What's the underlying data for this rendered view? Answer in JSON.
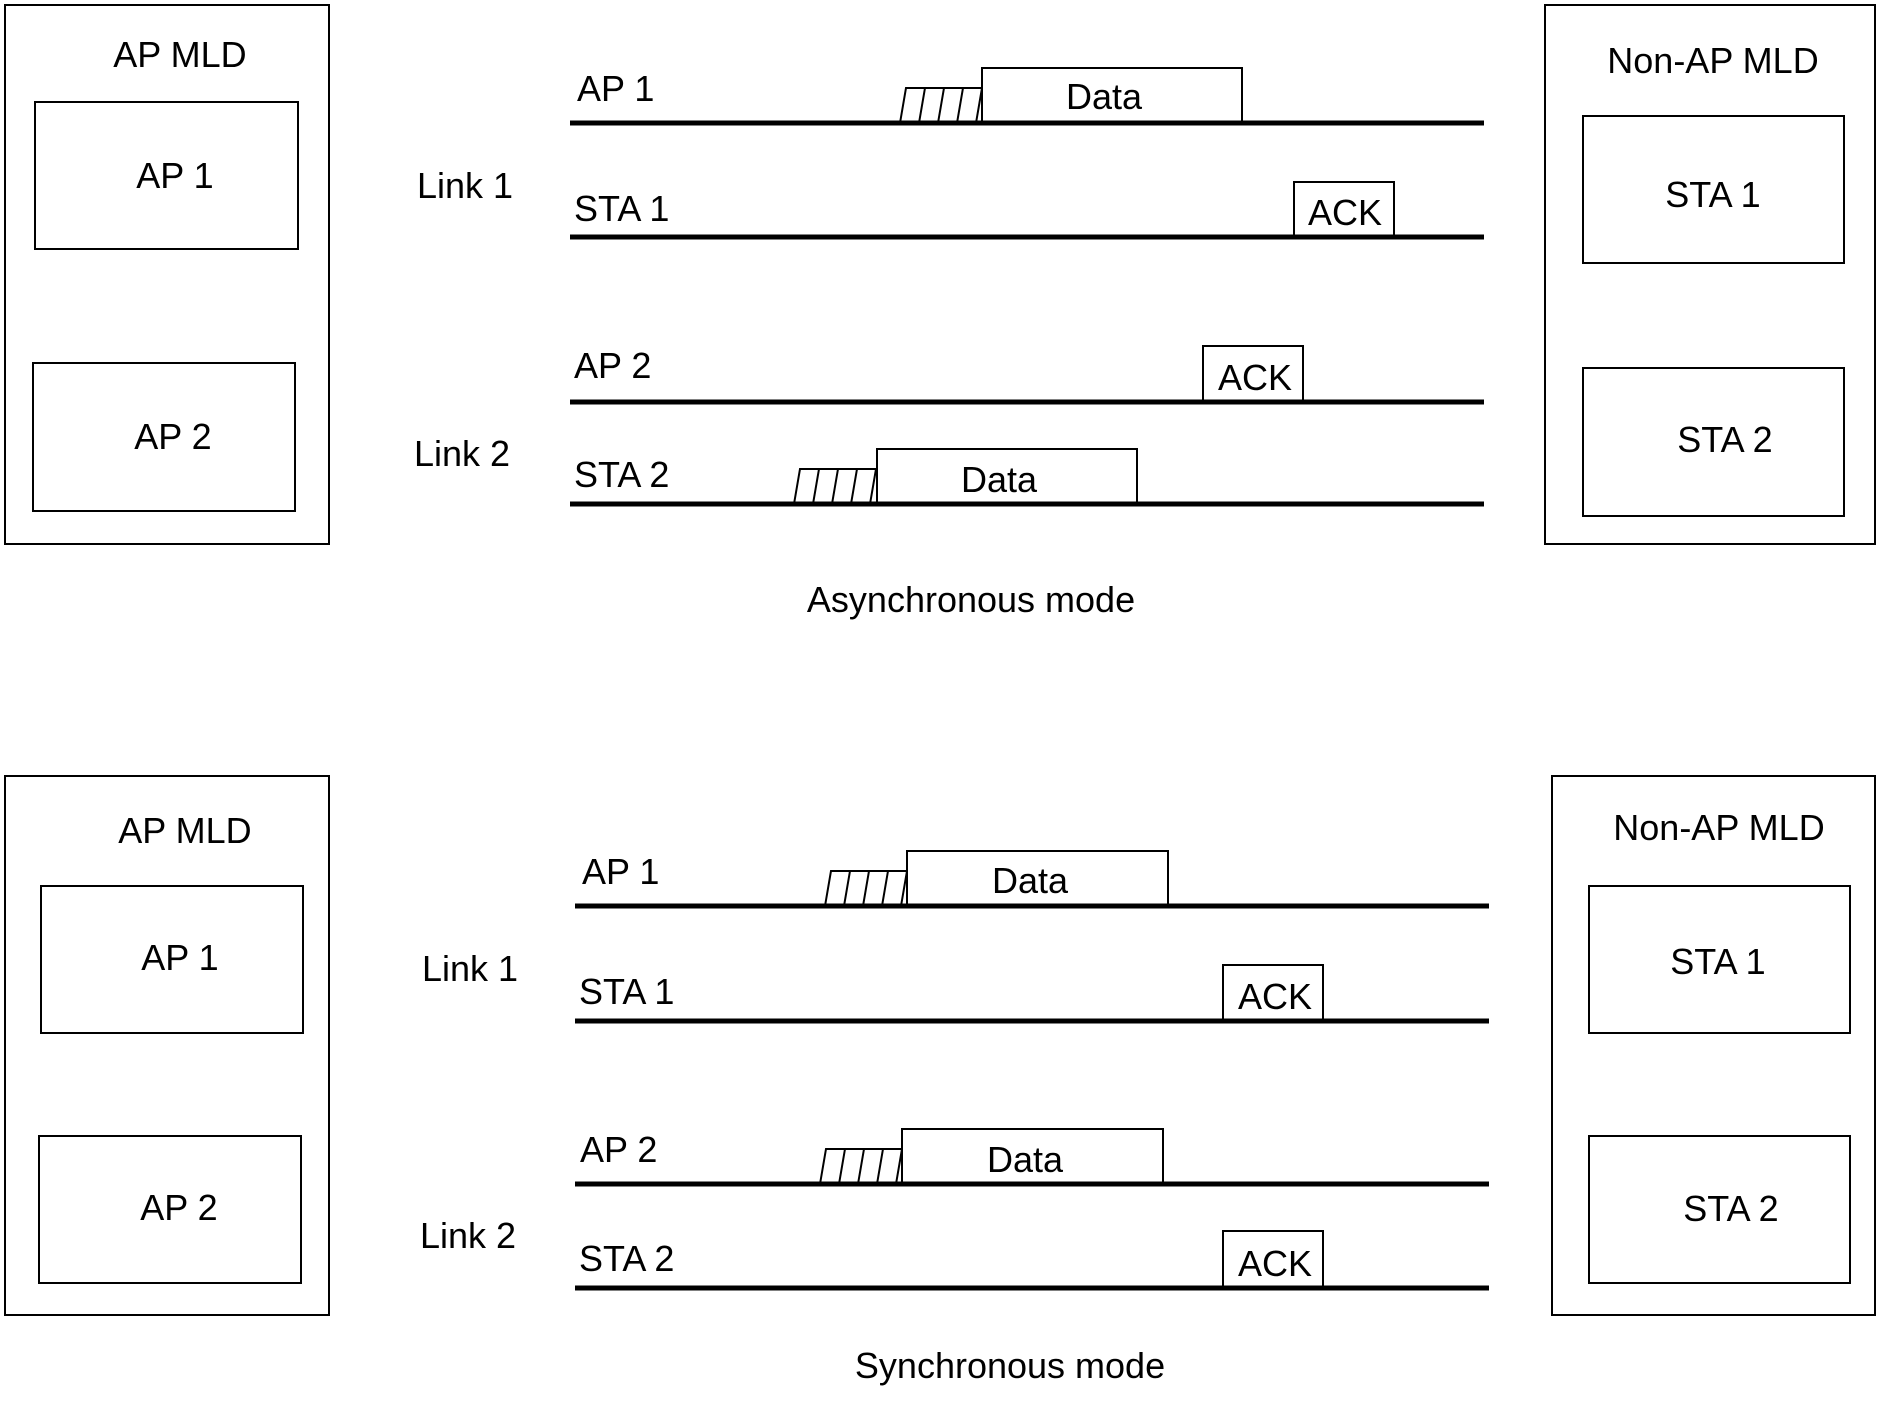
{
  "colors": {
    "ink": "#000000",
    "paper": "#ffffff"
  },
  "top": {
    "ap_mld": {
      "title": "AP MLD",
      "aps": [
        "AP 1",
        "AP 2"
      ]
    },
    "non_ap_mld": {
      "title": "Non-AP MLD",
      "stas": [
        "STA 1",
        "STA 2"
      ]
    },
    "link1": {
      "label": "Link 1",
      "ap": "AP 1",
      "sta": "STA 1",
      "ap_frame": "Data",
      "sta_frame": "ACK"
    },
    "link2": {
      "label": "Link 2",
      "ap": "AP 2",
      "sta": "STA 2",
      "ap_frame": "ACK",
      "sta_frame": "Data"
    },
    "caption": "Asynchronous mode"
  },
  "bottom": {
    "ap_mld": {
      "title": "AP MLD",
      "aps": [
        "AP 1",
        "AP 2"
      ]
    },
    "non_ap_mld": {
      "title": "Non-AP MLD",
      "stas": [
        "STA 1",
        "STA 2"
      ]
    },
    "link1": {
      "label": "Link 1",
      "ap": "AP 1",
      "sta": "STA 1",
      "ap_frame": "Data",
      "sta_frame": "ACK"
    },
    "link2": {
      "label": "Link 2",
      "ap": "AP 2",
      "sta": "STA 2",
      "ap_frame": "Data",
      "sta_frame": "ACK"
    },
    "caption": "Synchronous mode"
  }
}
